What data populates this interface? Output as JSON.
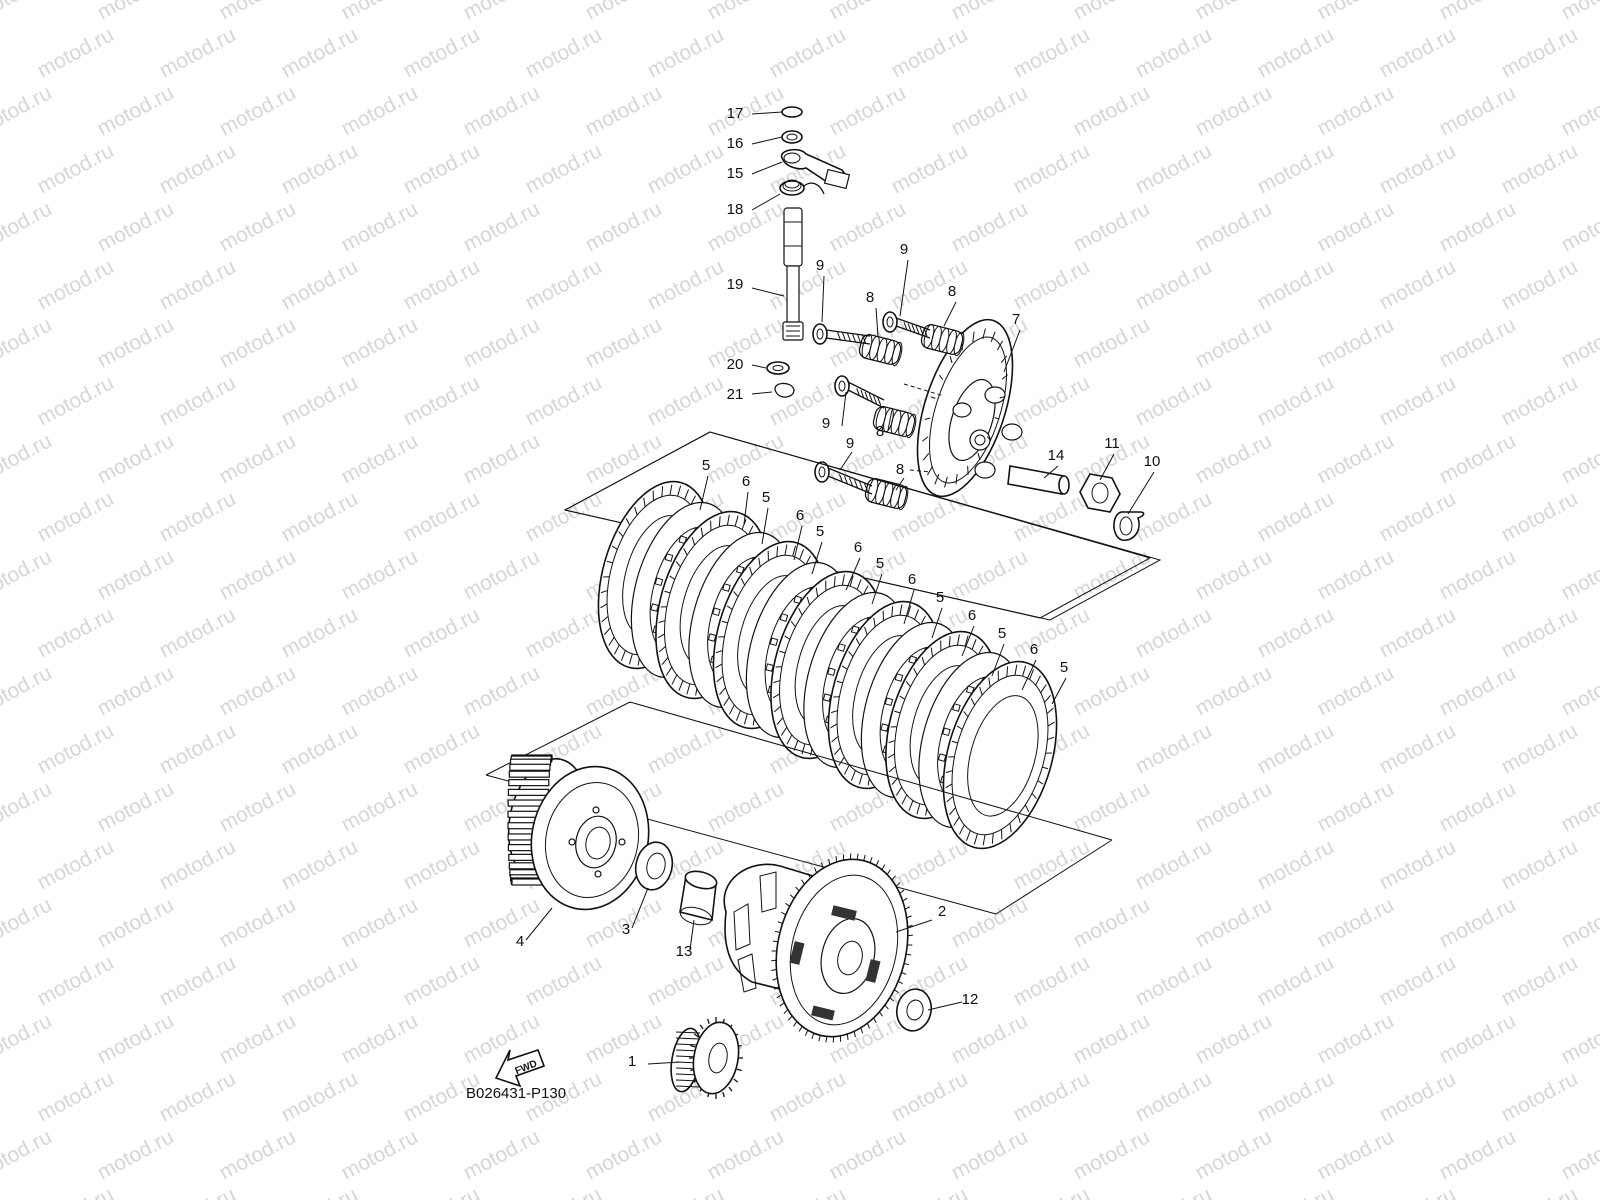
{
  "watermark": {
    "text": "motod.ru",
    "color": "#d6d6d6"
  },
  "figure_code": "B026431-P130",
  "fwd_badge": {
    "text": "FWD"
  },
  "callouts": [
    "1",
    "2",
    "3",
    "4",
    "5",
    "6",
    "7",
    "8",
    "9",
    "10",
    "11",
    "12",
    "13",
    "14",
    "15",
    "16",
    "17",
    "18",
    "19",
    "20",
    "21"
  ],
  "clutch_plates": {
    "friction_plate_label": "5",
    "steel_plate_label": "6",
    "friction_plate_count": 7,
    "steel_plate_count": 6
  }
}
